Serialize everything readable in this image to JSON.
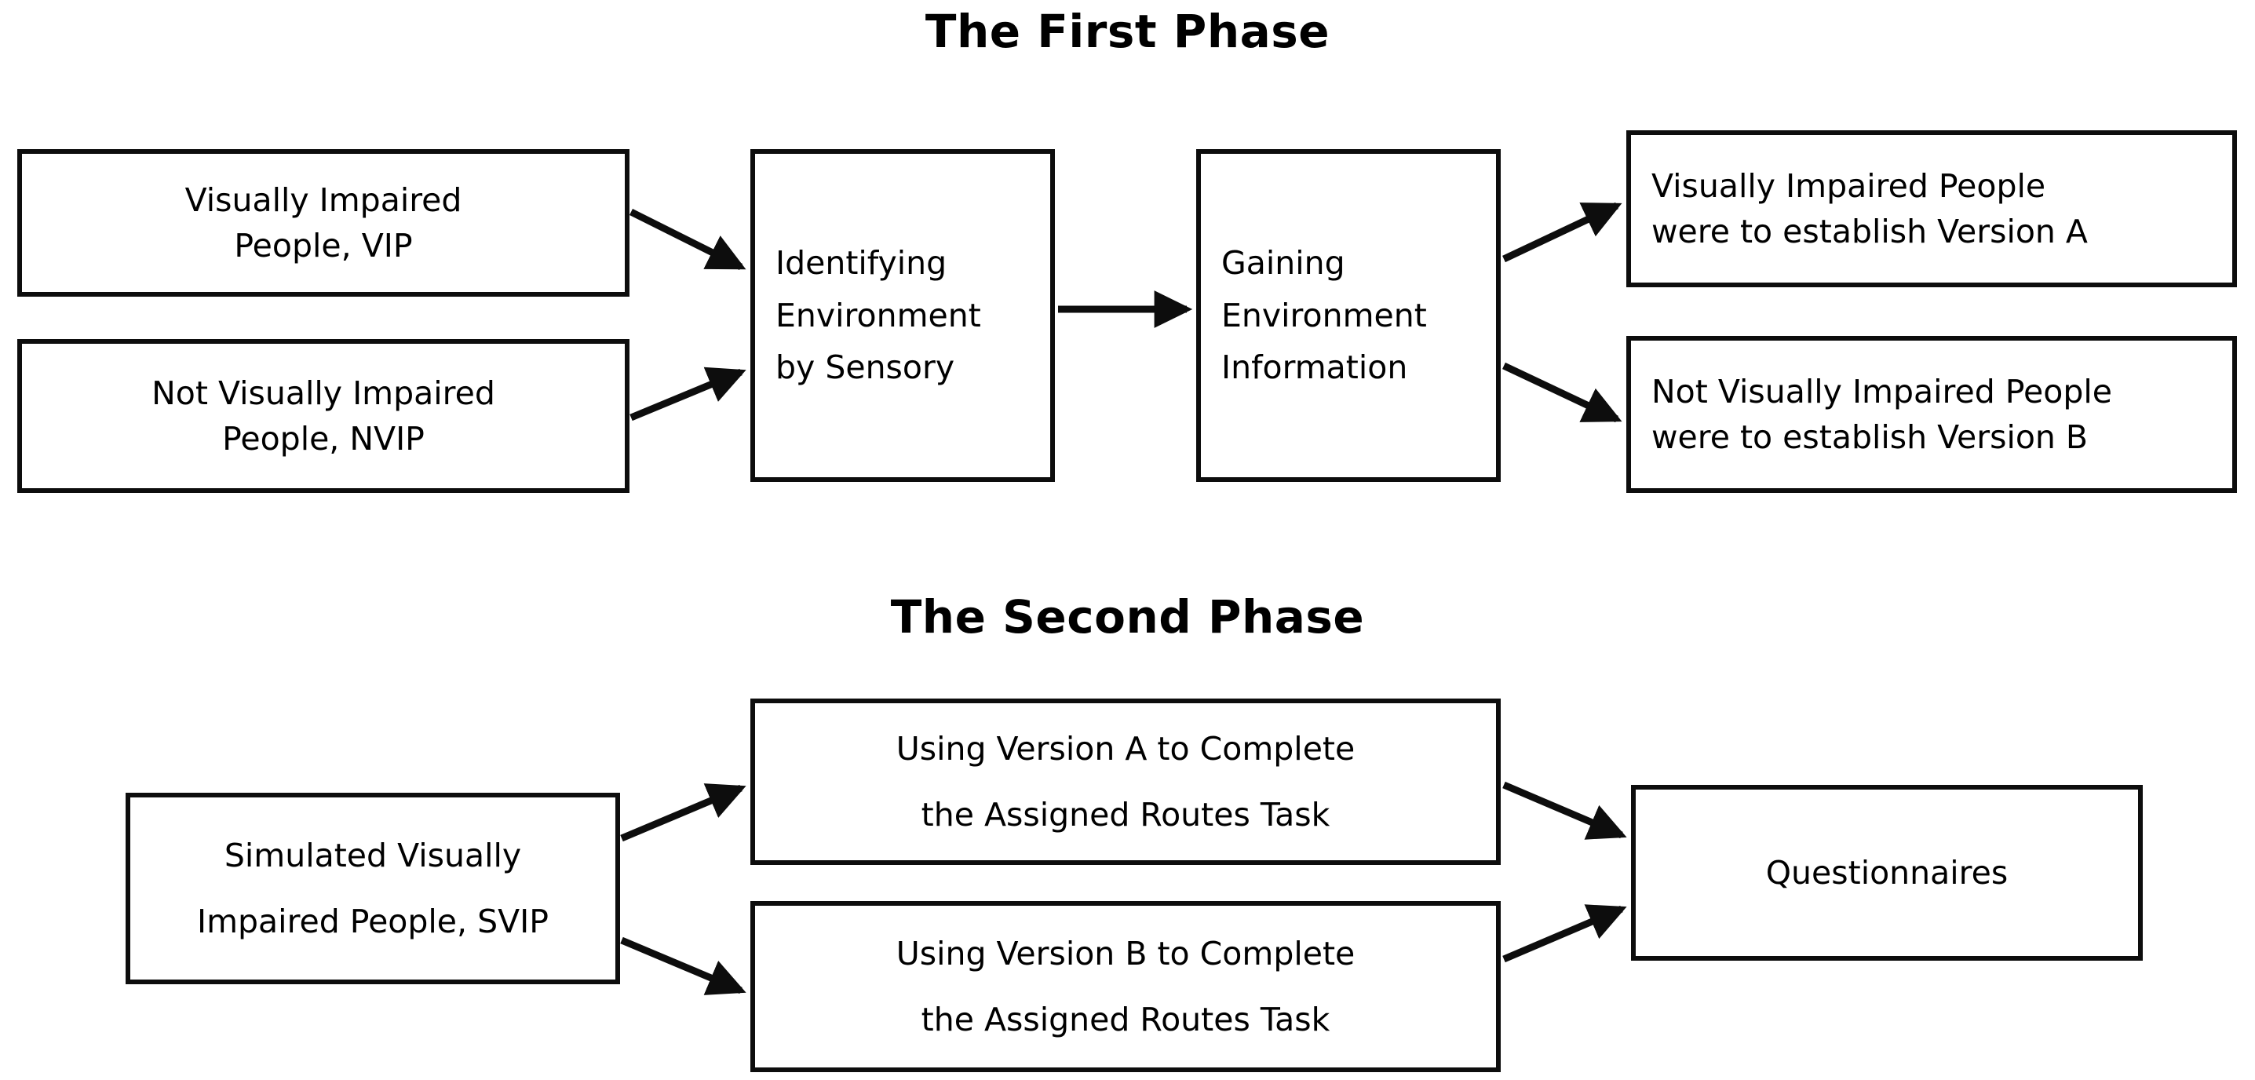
{
  "document": {
    "type": "flowchart",
    "background_color": "#FFFFFF",
    "stroke_color": "#0D0D0D",
    "text_color": "#000000"
  },
  "phases": [
    {
      "id": "phase-1",
      "title": "The First Phase",
      "nodes": [
        {
          "id": "vip",
          "label": "Visually Impaired\nPeople, VIP"
        },
        {
          "id": "nvip",
          "label": "Not Visually Impaired\nPeople, NVIP"
        },
        {
          "id": "identify",
          "label": "Identifying\nEnvironment\nby Sensory"
        },
        {
          "id": "gaining",
          "label": "Gaining\nEnvironment\nInformation"
        },
        {
          "id": "version-a",
          "label": "Visually Impaired People\nwere to establish Version A"
        },
        {
          "id": "version-b",
          "label": "Not Visually Impaired People\nwere to establish Version B"
        }
      ],
      "edges": [
        {
          "from": "vip",
          "to": "identify"
        },
        {
          "from": "nvip",
          "to": "identify"
        },
        {
          "from": "identify",
          "to": "gaining"
        },
        {
          "from": "gaining",
          "to": "version-a"
        },
        {
          "from": "gaining",
          "to": "version-b"
        }
      ]
    },
    {
      "id": "phase-2",
      "title": "The Second Phase",
      "nodes": [
        {
          "id": "svip",
          "label": "Simulated Visually\nImpaired People, SVIP"
        },
        {
          "id": "task-a",
          "label": "Using Version A to Complete\nthe Assigned Routes Task"
        },
        {
          "id": "task-b",
          "label": "Using Version B to Complete\nthe Assigned Routes Task"
        },
        {
          "id": "questionnaires",
          "label": "Questionnaires"
        }
      ],
      "edges": [
        {
          "from": "svip",
          "to": "task-a"
        },
        {
          "from": "svip",
          "to": "task-b"
        },
        {
          "from": "task-a",
          "to": "questionnaires"
        },
        {
          "from": "task-b",
          "to": "questionnaires"
        }
      ]
    }
  ]
}
